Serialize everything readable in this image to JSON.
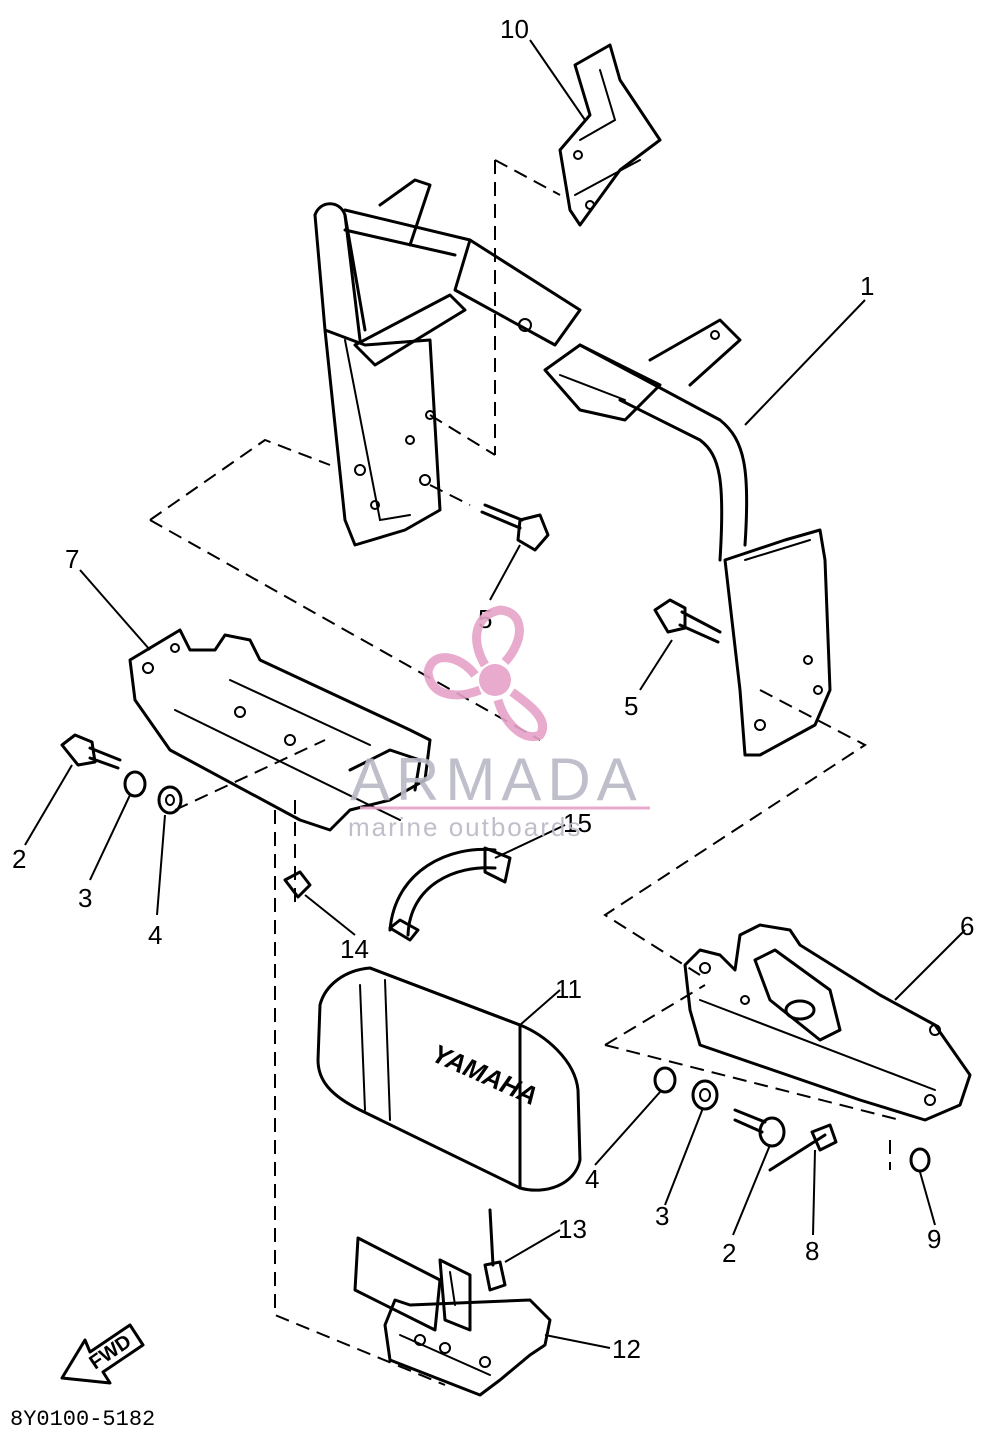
{
  "diagram": {
    "callouts": [
      {
        "id": "1",
        "label": "1"
      },
      {
        "id": "2a",
        "label": "2"
      },
      {
        "id": "2b",
        "label": "2"
      },
      {
        "id": "3a",
        "label": "3"
      },
      {
        "id": "3b",
        "label": "3"
      },
      {
        "id": "4a",
        "label": "4"
      },
      {
        "id": "4b",
        "label": "4"
      },
      {
        "id": "5a",
        "label": "5"
      },
      {
        "id": "5b",
        "label": "5"
      },
      {
        "id": "6",
        "label": "6"
      },
      {
        "id": "7",
        "label": "7"
      },
      {
        "id": "8",
        "label": "8"
      },
      {
        "id": "9",
        "label": "9"
      },
      {
        "id": "10",
        "label": "10"
      },
      {
        "id": "11",
        "label": "11"
      },
      {
        "id": "12",
        "label": "12"
      },
      {
        "id": "13",
        "label": "13"
      },
      {
        "id": "14",
        "label": "14"
      },
      {
        "id": "15",
        "label": "15"
      }
    ],
    "diagram_code": "8Y0100-5182",
    "direction_label": "FWD",
    "tank_brand": "YAMAHA"
  },
  "watermark": {
    "title": "ARMADA",
    "subtitle": "marine outboards",
    "logo_icon": "propeller-icon",
    "color": "#e6a3c8",
    "text_color": "#b9b9c6"
  }
}
